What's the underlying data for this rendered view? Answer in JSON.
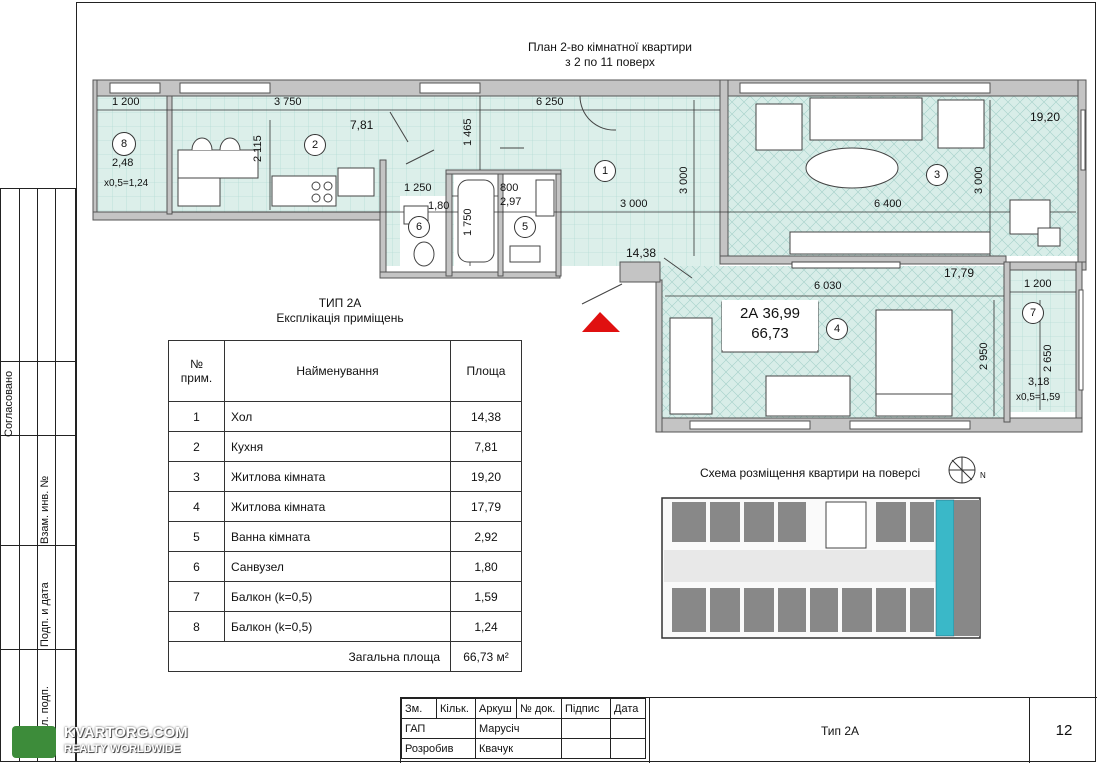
{
  "plan_title": {
    "line1": "План 2-во кімнатної квартири",
    "line2": "з 2 по 11 поверх"
  },
  "type_label": {
    "line1": "ТИП 2А",
    "line2": "Експлікація приміщень"
  },
  "dims": {
    "d1200a": "1 200",
    "d3750": "3 750",
    "d6250": "6 250",
    "d1465": "1 465",
    "d2115": "2 115",
    "d1250": "1 250",
    "d800": "800",
    "d1750": "1 750",
    "d3000a": "3 000",
    "d3000b": "3 000",
    "d3000c": "3 000",
    "d6400": "6 400",
    "d6030": "6 030",
    "d1200b": "1 200",
    "d2950": "2 950",
    "d2650": "2 650"
  },
  "rooms": {
    "r1": {
      "num": "1",
      "area": "14,38"
    },
    "r2": {
      "num": "2",
      "area": "7,81"
    },
    "r3": {
      "num": "3",
      "area": "19,20"
    },
    "r4": {
      "num": "4",
      "area": "17,79"
    },
    "r5": {
      "num": "5",
      "area": "2,97"
    },
    "r6": {
      "num": "6",
      "area": "1,80"
    },
    "r7": {
      "num": "7",
      "area": "3,18",
      "coef": "x0,5=1,59"
    },
    "r8": {
      "num": "8",
      "area": "2,48",
      "coef": "x0,5=1,24"
    }
  },
  "apt_label": {
    "line1": "2А 36,99",
    "line2": "66,73"
  },
  "explication": {
    "headers": {
      "num": "№ прим.",
      "name": "Найменування",
      "area": "Площа"
    },
    "rows": [
      {
        "num": "1",
        "name": "Хол",
        "area": "14,38"
      },
      {
        "num": "2",
        "name": "Кухня",
        "area": "7,81"
      },
      {
        "num": "3",
        "name": "Житлова кімната",
        "area": "19,20"
      },
      {
        "num": "4",
        "name": "Житлова кімната",
        "area": "17,79"
      },
      {
        "num": "5",
        "name": "Ванна кімната",
        "area": "2,92"
      },
      {
        "num": "6",
        "name": "Санвузел",
        "area": "1,80"
      },
      {
        "num": "7",
        "name": "Балкон (k=0,5)",
        "area": "1,59"
      },
      {
        "num": "8",
        "name": "Балкон (k=0,5)",
        "area": "1,24"
      }
    ],
    "total_label": "Загальна площа",
    "total_value": "66,73 м²"
  },
  "scheme_title": "Схема розміщення квартири на поверсі",
  "north_label": "N",
  "side_labels": {
    "agreed": "Согласовано",
    "replaced": "Взам. инв. №",
    "sign_date": "Подп. и дата",
    "inv": "№ подл. подп."
  },
  "stamp": {
    "headers": [
      "Зм.",
      "Кільк.",
      "Аркуш",
      "№ док.",
      "Підпис",
      "Дата"
    ],
    "row1_role": "ГАП",
    "row1_name": "Марусіч",
    "row2_role": "Розробив",
    "row2_name": "Квачук",
    "title": "Тип 2А",
    "sheet": "12"
  },
  "watermark": {
    "line1": "KVARTORG.COM",
    "line2": "REALTY WORLDWIDE"
  },
  "colors": {
    "floor": "#d8ede8",
    "wall": "#b8b8b8",
    "highlight": "#3ab8c8",
    "entry": "#e01010"
  }
}
